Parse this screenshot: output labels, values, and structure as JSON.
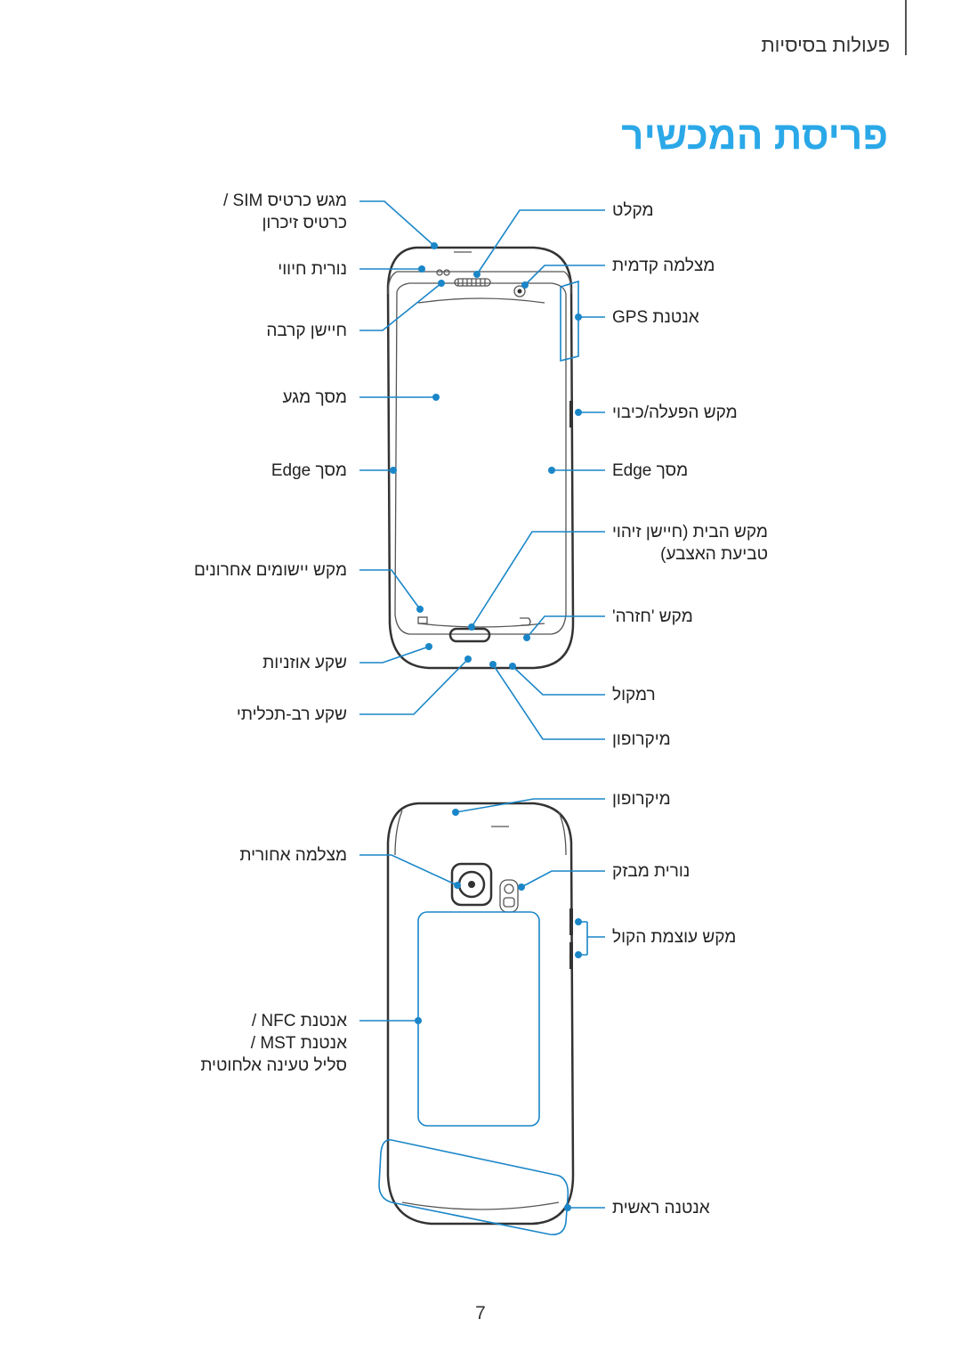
{
  "header": {
    "section_title": "פעולות בסיסיות"
  },
  "title": "פריסת המכשיר",
  "front_labels_left": [
    {
      "lines": [
        "מגש כרטיס SIM /",
        "כרטיס זיכרון"
      ]
    },
    {
      "lines": [
        "נורית חיווי"
      ]
    },
    {
      "lines": [
        "חיישן קרבה"
      ]
    },
    {
      "lines": [
        "מסך מגע"
      ]
    },
    {
      "lines": [
        "מסך Edge"
      ]
    },
    {
      "lines": [
        "מקש יישומים אחרונים"
      ]
    },
    {
      "lines": [
        "שקע אוזניות"
      ]
    },
    {
      "lines": [
        "שקע רב-תכליתי"
      ]
    }
  ],
  "front_labels_right": [
    {
      "lines": [
        "מקלט"
      ]
    },
    {
      "lines": [
        "מצלמה קדמית"
      ]
    },
    {
      "lines": [
        "אנטנת GPS"
      ]
    },
    {
      "lines": [
        "מקש הפעלה/כיבוי"
      ]
    },
    {
      "lines": [
        "מסך Edge"
      ]
    },
    {
      "lines": [
        "מקש הבית (חיישן זיהוי",
        "טביעת האצבע)"
      ]
    },
    {
      "lines": [
        "מקש 'חזרה'"
      ]
    },
    {
      "lines": [
        "רמקול"
      ]
    },
    {
      "lines": [
        "מיקרופון"
      ]
    }
  ],
  "back_labels_left": [
    {
      "lines": [
        "מצלמה אחורית"
      ]
    },
    {
      "lines": [
        "אנטנת NFC /",
        "אנטנת MST /",
        "סליל טעינה אלחוטית"
      ]
    }
  ],
  "back_labels_right": [
    {
      "lines": [
        "מיקרופון"
      ]
    },
    {
      "lines": [
        "נורית מבזק"
      ]
    },
    {
      "lines": [
        "מקש עוצמת הקול"
      ]
    },
    {
      "lines": [
        "אנטנה ראשית"
      ]
    }
  ],
  "page_number": "7",
  "colors": {
    "accent": "#2aa8e8",
    "callout": "#1a86c8",
    "device": "#333333"
  }
}
